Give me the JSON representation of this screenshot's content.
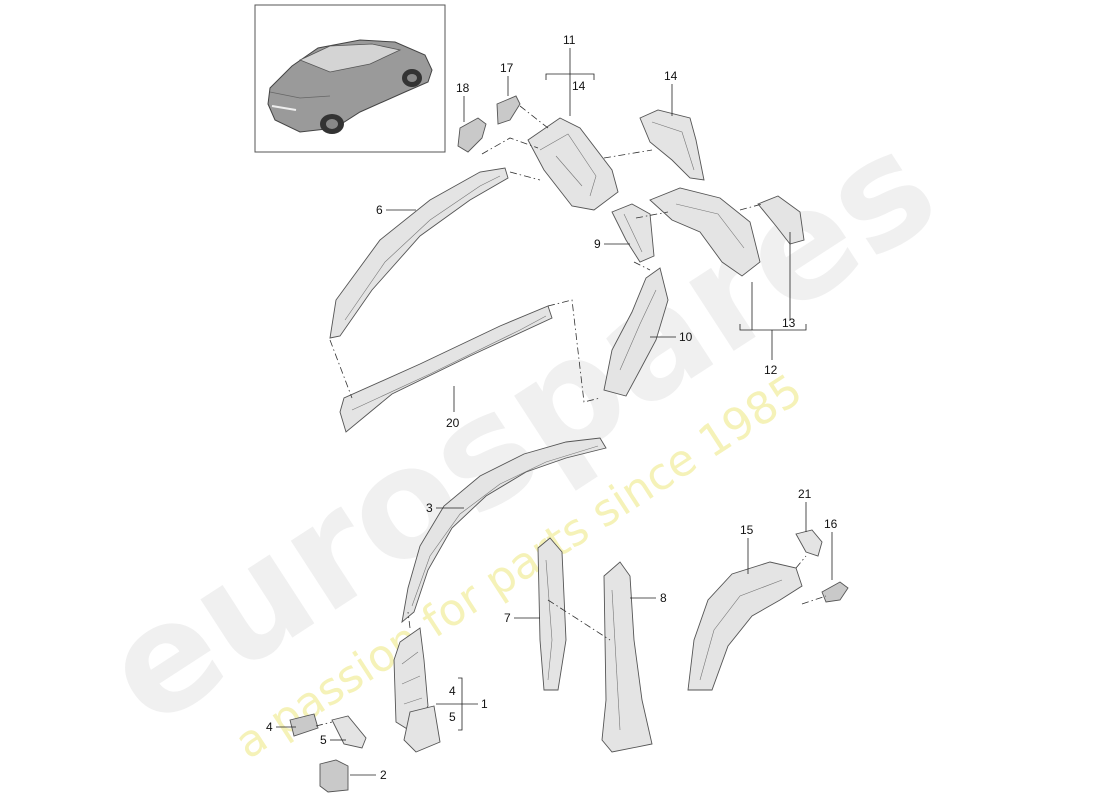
{
  "watermark": {
    "brand": "eurospares",
    "tagline": "a passion for parts since 1985",
    "brand_color": "#dcdcdc",
    "tagline_color": "#f2eea0"
  },
  "thumbnail": {
    "icon": "car-suv-icon"
  },
  "callouts": {
    "c1": "1",
    "c2": "2",
    "c3": "3",
    "c4a": "4",
    "c4b": "4",
    "c5a": "5",
    "c5b": "5",
    "c6": "6",
    "c7": "7",
    "c8": "8",
    "c9": "9",
    "c10": "10",
    "c11": "11",
    "c12": "12",
    "c13": "13",
    "c14a": "14",
    "c14b": "14",
    "c15": "15",
    "c16": "16",
    "c17": "17",
    "c18": "18",
    "c20": "20",
    "c21": "21"
  }
}
